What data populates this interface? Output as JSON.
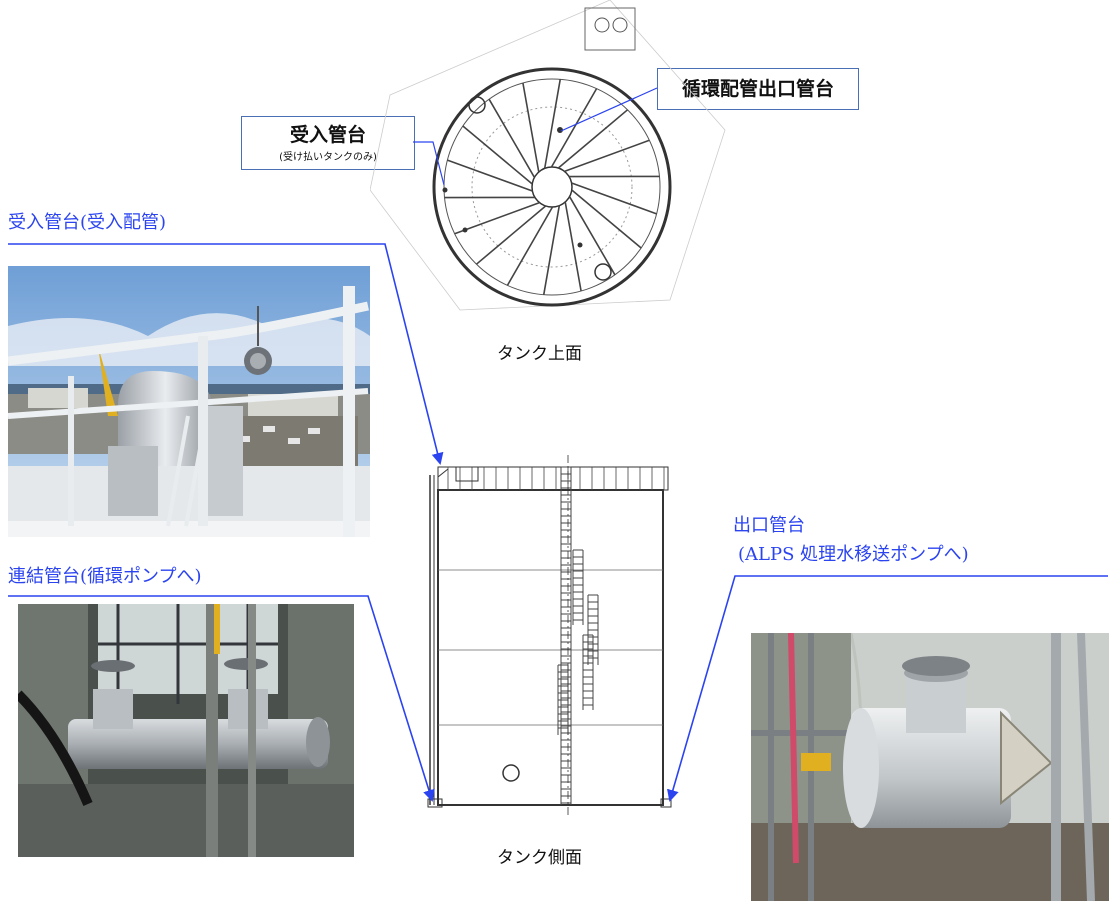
{
  "labels": {
    "receiving_nozzle_pipe": "受入管台(受入配管)",
    "connection_nozzle": "連結管台(循環ポンプへ)",
    "outlet_nozzle_line1": "出口管台",
    "outlet_nozzle_line2": "(ALPS 処理水移送ポンプへ)"
  },
  "callouts": {
    "receiving_title": "受入管台",
    "receiving_note": "(受け払いタンクのみ)",
    "circulation_outlet": "循環配管出口管台"
  },
  "captions": {
    "tank_top": "タンク上面",
    "tank_side": "タンク側面"
  },
  "colors": {
    "label_blue": "#2b44f0",
    "callout_border": "#4a6fb5"
  }
}
